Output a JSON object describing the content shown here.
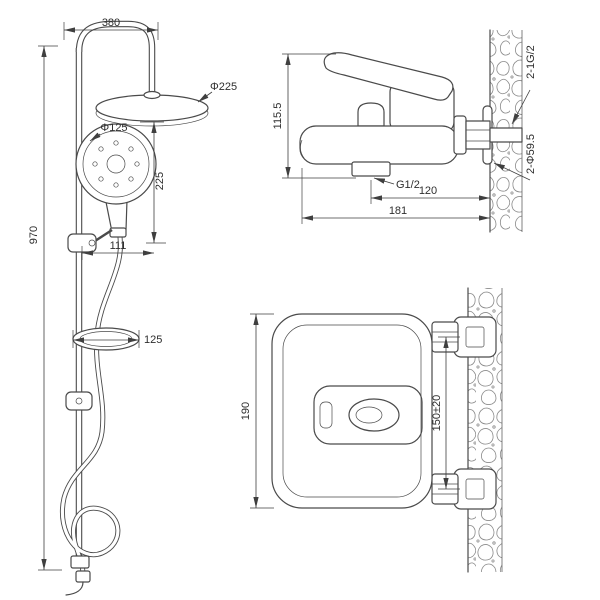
{
  "page": {
    "background": "#ffffff",
    "line_color": "#4a4a4a"
  },
  "shower_column_view": {
    "dims": {
      "top_width": "380",
      "head_diameter": "Φ225",
      "hand_diameter": "Φ125",
      "head_drop": "225",
      "column_height": "970",
      "hand_offset": "111",
      "dish_width": "125"
    }
  },
  "mixer_side_view": {
    "dims": {
      "height": "115.5",
      "outlet_thread": "G1/2",
      "wall_to_outlet": "120",
      "total_reach": "181",
      "inlet_thread": "2-1G/2",
      "escutcheon": "2-Φ59.5"
    }
  },
  "mixer_front_view": {
    "dims": {
      "body_height": "190",
      "inlet_spacing": "150±20"
    }
  }
}
